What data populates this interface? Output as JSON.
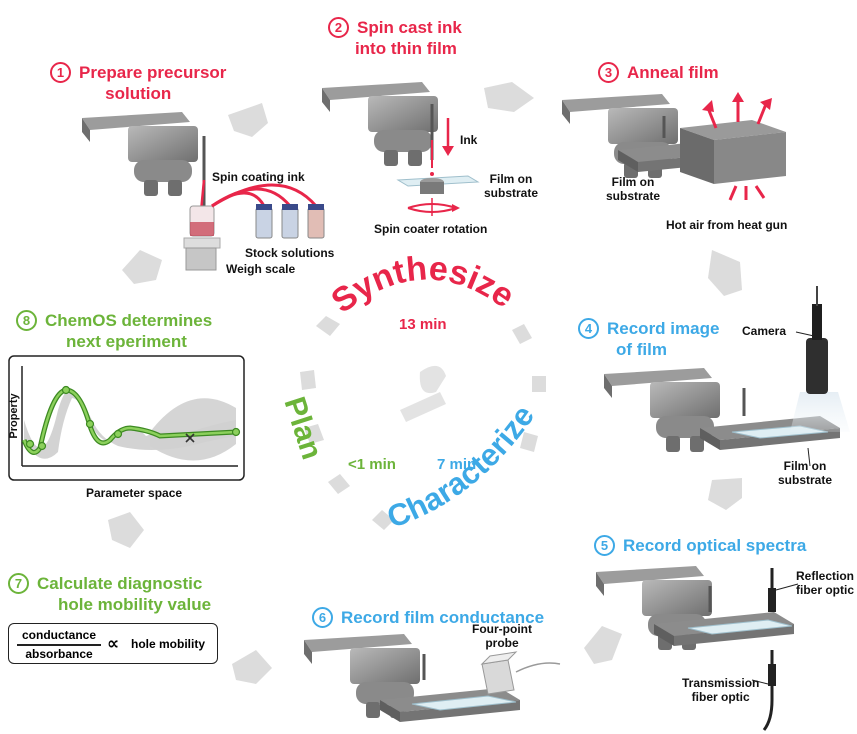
{
  "phases": {
    "synthesize": {
      "label": "Synthesize",
      "duration": "13 min",
      "color": "#e8264a"
    },
    "characterize": {
      "label": "Characterize",
      "duration": "7 min",
      "color": "#3da9e6"
    },
    "plan": {
      "label": "Plan",
      "duration": "<1 min",
      "color": "#6cb43a"
    }
  },
  "steps": [
    {
      "number": "1",
      "title_line1": "Prepare precursor",
      "title_line2": "solution"
    },
    {
      "number": "2",
      "title_line1": "Spin cast ink",
      "title_line2": "into thin film"
    },
    {
      "number": "3",
      "title_line1": "Anneal film",
      "title_line2": ""
    },
    {
      "number": "4",
      "title_line1": "Record image",
      "title_line2": "of film"
    },
    {
      "number": "5",
      "title_line1": "Record optical spectra",
      "title_line2": ""
    },
    {
      "number": "6",
      "title_line1": "Record film conductance",
      "title_line2": ""
    },
    {
      "number": "7",
      "title_line1": "Calculate diagnostic",
      "title_line2": "hole mobility value"
    },
    {
      "number": "8",
      "title_line1": "ChemOS determines",
      "title_line2": "next eperiment"
    }
  ],
  "labels": {
    "spin_coating_ink": "Spin coating ink",
    "stock_solutions": "Stock solutions",
    "weigh_scale": "Weigh scale",
    "ink": "Ink",
    "film_on": "Film on",
    "substrate": "substrate",
    "spin_coater_rotation": "Spin coater rotation",
    "hot_air": "Hot air from heat gun",
    "camera": "Camera",
    "reflection": "Reflection",
    "fiber_optic": "fiber optic",
    "transmission": "Transmission",
    "four_point": "Four-point",
    "probe": "probe",
    "property": "Property",
    "parameter_space": "Parameter space"
  },
  "formula": {
    "numerator": "conductance",
    "denominator": "absorbance",
    "symbol": "∝",
    "rhs": "hole mobility"
  },
  "colors": {
    "arrow_gray": "#d9d9d9",
    "instrument_gray": "#7d7d7d",
    "curve_green": "#6cb43a",
    "uncertainty_gray": "#c8c8c8"
  }
}
